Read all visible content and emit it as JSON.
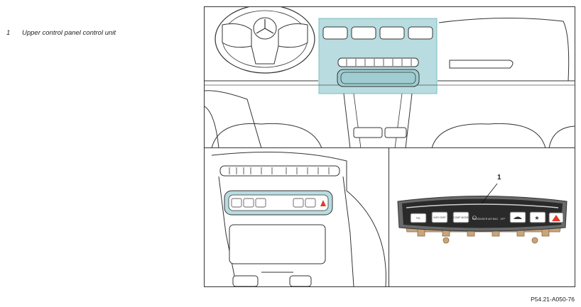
{
  "legend": [
    {
      "number": "1",
      "text": "Upper control panel control unit"
    }
  ],
  "callout_label": "1",
  "figure_code": "P54.21-A050-76",
  "button_labels": {
    "tel": "TEL",
    "info": "INFO DISP",
    "comfort": "COMF MODE",
    "passenger": "PASSENGER AIR BAG",
    "off": "OFF"
  },
  "colors": {
    "highlight": "#b8dcdf",
    "hazard": "#e23a2c",
    "pcb": "#c9a57a",
    "panel_dark": "#2a2a2a"
  }
}
